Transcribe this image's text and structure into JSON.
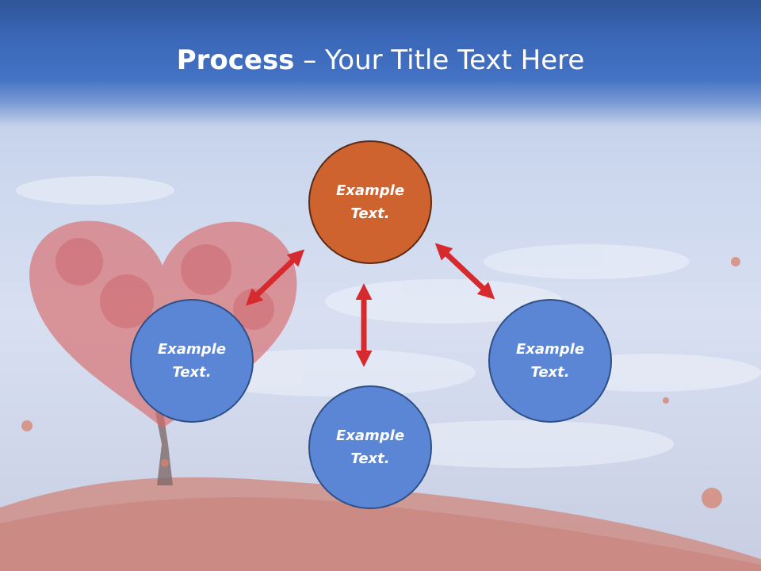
{
  "header": {
    "title_bold": "Process",
    "title_rest": " – Your Title Text Here"
  },
  "nodes": {
    "top": "Example Text.",
    "left": "Example Text.",
    "right": "Example Text.",
    "bottom": "Example Text."
  },
  "colors": {
    "header_blue": "#4472c4",
    "node_blue": "#5b86d6",
    "node_orange": "#cf6330",
    "arrow_red": "#d62a2e"
  },
  "icons": {
    "arrows": "double-headed-arrow-icon",
    "background": "heart-tree-landscape"
  }
}
